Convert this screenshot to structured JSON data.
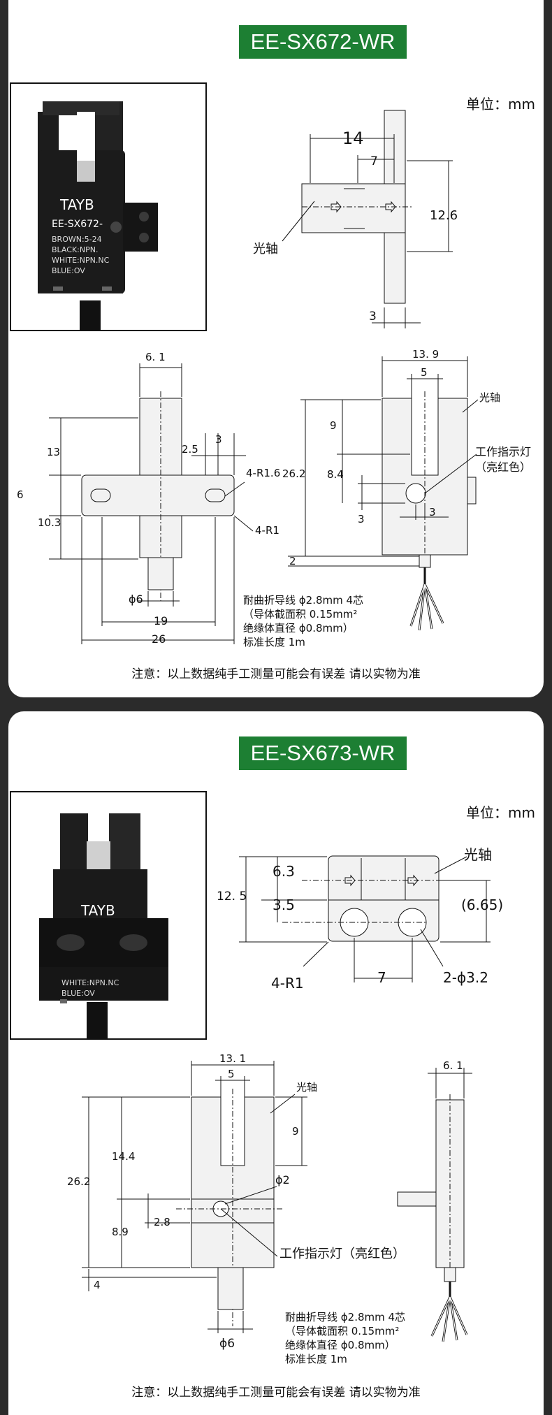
{
  "model1": {
    "title": "EE-SX672-WR",
    "unit": "单位：mm",
    "photo": {
      "brand": "TAYB",
      "model": "EE-SX672-",
      "lines": [
        "BROWN:5-24",
        "BLACK:NPN.",
        "WHITE:NPN.NC",
        "BLUE:OV"
      ]
    },
    "top": {
      "d14": "14",
      "d7": "7",
      "d12_6": "12.6",
      "d3": "3",
      "axis": "光轴"
    },
    "front": {
      "d6_1": "6. 1",
      "d13": "13",
      "d6": "6",
      "d10_3": "10.3",
      "d2_5": "2.5",
      "d3": "3",
      "r16": "4-R1.6",
      "r1": "4-R1",
      "phi6": "ϕ6",
      "d19": "19",
      "d26": "26"
    },
    "side": {
      "d13_9": "13. 9",
      "d5": "5",
      "axis": "光轴",
      "d9": "9",
      "d26_2": "26.2",
      "d8_4": "8.4",
      "d3a": "3",
      "d3b": "3",
      "d2": "2",
      "lamp": "工作指示灯",
      "lamp_color": "（亮红色）"
    },
    "wire": [
      "耐曲折导线 ϕ2.8mm  4芯",
      "（导体截面积 0.15mm²",
      "绝缘体直径 ϕ0.8mm）",
      "标准长度 1m"
    ],
    "note": "注意：以上数据纯手工测量可能会有误差 请以实物为准"
  },
  "model2": {
    "title": "EE-SX673-WR",
    "unit": "单位：mm",
    "photo": {
      "brand": "TAYB",
      "lines": [
        "WHITE:NPN.NC",
        "BLUE:OV"
      ]
    },
    "top": {
      "d12_5": "12. 5",
      "d6_3": "6.3",
      "d3_5": "3.5",
      "d6_65": "(6.65)",
      "axis": "光轴",
      "r1": "4-R1",
      "d7": "7",
      "holes": "2-ϕ3.2"
    },
    "front": {
      "d13_1": "13. 1",
      "d5": "5",
      "axis": "光轴",
      "d9": "9",
      "d26_2": "26.2",
      "d14_4": "14.4",
      "phi2": "ϕ2",
      "d8_9": "8.9",
      "d2_8": "2.8",
      "d4": "4",
      "lamp": "工作指示灯（亮红色）",
      "phi6": "ϕ6"
    },
    "side": {
      "d6_1": "6. 1"
    },
    "wire": [
      "耐曲折导线 ϕ2.8mm  4芯",
      "（导体截面积 0.15mm²",
      "绝缘体直径 ϕ0.8mm）",
      "标准长度 1m"
    ],
    "note": "注意：以上数据纯手工测量可能会有误差 请以实物为准"
  }
}
